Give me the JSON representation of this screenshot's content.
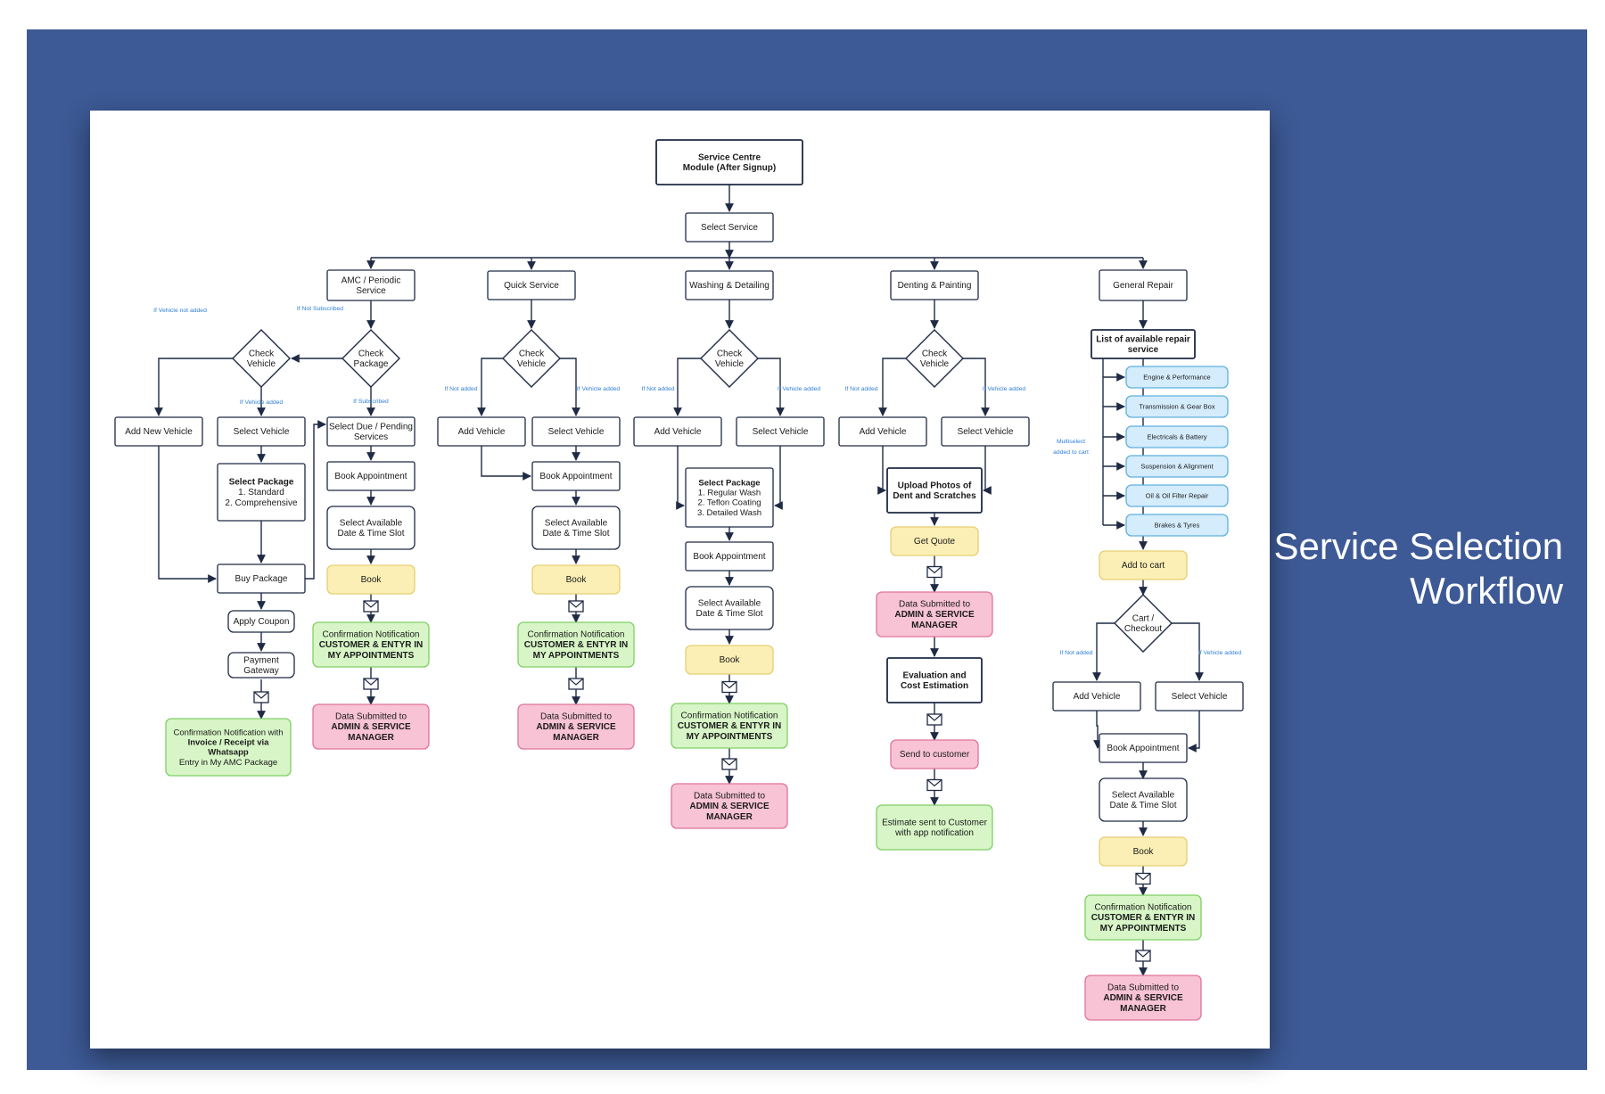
{
  "page_title": [
    "Service Selection",
    "Workflow"
  ],
  "colors": {
    "frame": "#3d5a96",
    "paper": "#ffffff",
    "box_stroke": "#1f2a44",
    "arrow": "#1f2a44",
    "label_blue": "#2f7fd6",
    "yellow": "#fbefb5",
    "yellow_stroke": "#e5cf72",
    "green": "#d7f5c6",
    "green_stroke": "#7fcf66",
    "pink": "#f8c3d5",
    "pink_stroke": "#e07399",
    "light_blue": "#d4ecfb",
    "light_blue_stroke": "#5fb0e0"
  },
  "nodes": [
    {
      "id": "root",
      "lines": [
        "Service Centre",
        "Module (After Signup)"
      ],
      "style": "plain",
      "bold": true,
      "thick": true
    },
    {
      "id": "select_service",
      "lines": [
        "Select Service"
      ],
      "style": "plain"
    },
    {
      "id": "amc",
      "lines": [
        "AMC / Periodic",
        "Service"
      ],
      "style": "plain"
    },
    {
      "id": "quick",
      "lines": [
        "Quick Service"
      ],
      "style": "plain"
    },
    {
      "id": "washing",
      "lines": [
        "Washing & Detailing"
      ],
      "style": "plain"
    },
    {
      "id": "denting",
      "lines": [
        "Denting & Painting"
      ],
      "style": "plain"
    },
    {
      "id": "general",
      "lines": [
        "General Repair"
      ],
      "style": "plain"
    },
    {
      "id": "amc_check_vehicle",
      "lines": [
        "Check",
        "Vehicle"
      ],
      "shape": "diamond"
    },
    {
      "id": "amc_check_package",
      "lines": [
        "Check",
        "Package"
      ],
      "shape": "diamond"
    },
    {
      "id": "amc_add_new_vehicle",
      "lines": [
        "Add New Vehicle"
      ],
      "style": "plain"
    },
    {
      "id": "amc_select_vehicle",
      "lines": [
        "Select Vehicle"
      ],
      "style": "plain"
    },
    {
      "id": "amc_select_due",
      "lines": [
        "Select Due / Pending",
        "Services"
      ],
      "style": "plain"
    },
    {
      "id": "amc_select_package",
      "lines": [
        "Select Package",
        "1. Standard",
        "2. Comprehensive"
      ],
      "style": "plain",
      "bold_first": true
    },
    {
      "id": "amc_buy_package",
      "lines": [
        "Buy Package"
      ],
      "style": "plain"
    },
    {
      "id": "amc_apply_coupon",
      "lines": [
        "Apply Coupon"
      ],
      "style": "plain",
      "rounded": true
    },
    {
      "id": "amc_payment",
      "lines": [
        "Payment",
        "Gateway"
      ],
      "style": "plain",
      "rounded": true
    },
    {
      "id": "amc_confirm_invoice",
      "lines": [
        "Confirmation Notification with",
        "Invoice / Receipt via",
        "Whatsapp",
        "Entry in My AMC Package"
      ],
      "style": "green",
      "bold_lines": [
        1,
        2
      ]
    },
    {
      "id": "amc_book_appointment",
      "lines": [
        "Book Appointment"
      ],
      "style": "plain"
    },
    {
      "id": "amc_select_date",
      "lines": [
        "Select Available",
        "Date & Time Slot"
      ],
      "style": "plain",
      "rounded": true
    },
    {
      "id": "amc_book",
      "lines": [
        "Book"
      ],
      "style": "yellow"
    },
    {
      "id": "amc_confirmation",
      "lines": [
        "Confirmation Notification",
        "CUSTOMER & ENTYR IN",
        "MY APPOINTMENTS"
      ],
      "style": "green",
      "bold_lines": [
        1,
        2
      ]
    },
    {
      "id": "amc_data_submitted",
      "lines": [
        "Data Submitted to",
        "ADMIN & SERVICE",
        "MANAGER"
      ],
      "style": "pink",
      "bold_lines": [
        1,
        2
      ]
    },
    {
      "id": "quick_check_vehicle",
      "lines": [
        "Check",
        "Vehicle"
      ],
      "shape": "diamond"
    },
    {
      "id": "quick_add_vehicle",
      "lines": [
        "Add Vehicle"
      ],
      "style": "plain"
    },
    {
      "id": "quick_select_vehicle",
      "lines": [
        "Select Vehicle"
      ],
      "style": "plain"
    },
    {
      "id": "quick_book_appointment",
      "lines": [
        "Book Appointment"
      ],
      "style": "plain"
    },
    {
      "id": "quick_select_date",
      "lines": [
        "Select Available",
        "Date & Time Slot"
      ],
      "style": "plain",
      "rounded": true
    },
    {
      "id": "quick_book",
      "lines": [
        "Book"
      ],
      "style": "yellow"
    },
    {
      "id": "quick_confirmation",
      "lines": [
        "Confirmation Notification",
        "CUSTOMER & ENTYR IN",
        "MY APPOINTMENTS"
      ],
      "style": "green",
      "bold_lines": [
        1,
        2
      ]
    },
    {
      "id": "quick_data_submitted",
      "lines": [
        "Data Submitted to",
        "ADMIN & SERVICE",
        "MANAGER"
      ],
      "style": "pink",
      "bold_lines": [
        1,
        2
      ]
    },
    {
      "id": "wash_check_vehicle",
      "lines": [
        "Check",
        "Vehicle"
      ],
      "shape": "diamond"
    },
    {
      "id": "wash_add_vehicle",
      "lines": [
        "Add Vehicle"
      ],
      "style": "plain"
    },
    {
      "id": "wash_select_vehicle",
      "lines": [
        "Select Vehicle"
      ],
      "style": "plain"
    },
    {
      "id": "wash_select_package",
      "lines": [
        "Select Package",
        "1. Regular Wash",
        "2. Teflon Coating",
        "3. Detailed Wash"
      ],
      "style": "plain",
      "bold_first": true
    },
    {
      "id": "wash_book_appointment",
      "lines": [
        "Book Appointment"
      ],
      "style": "plain"
    },
    {
      "id": "wash_select_date",
      "lines": [
        "Select Available",
        "Date & Time Slot"
      ],
      "style": "plain",
      "rounded": true
    },
    {
      "id": "wash_book",
      "lines": [
        "Book"
      ],
      "style": "yellow"
    },
    {
      "id": "wash_confirmation",
      "lines": [
        "Confirmation Notification",
        "CUSTOMER & ENTYR IN",
        "MY APPOINTMENTS"
      ],
      "style": "green",
      "bold_lines": [
        1,
        2
      ]
    },
    {
      "id": "wash_data_submitted",
      "lines": [
        "Data Submitted to",
        "ADMIN & SERVICE",
        "MANAGER"
      ],
      "style": "pink",
      "bold_lines": [
        1,
        2
      ]
    },
    {
      "id": "dent_check_vehicle",
      "lines": [
        "Check",
        "Vehicle"
      ],
      "shape": "diamond"
    },
    {
      "id": "dent_add_vehicle",
      "lines": [
        "Add Vehicle"
      ],
      "style": "plain"
    },
    {
      "id": "dent_select_vehicle",
      "lines": [
        "Select Vehicle"
      ],
      "style": "plain"
    },
    {
      "id": "dent_upload_photos",
      "lines": [
        "Upload Photos of",
        "Dent and Scratches"
      ],
      "style": "plain",
      "bold_lines": [
        0,
        1
      ],
      "thick": true
    },
    {
      "id": "dent_get_quote",
      "lines": [
        "Get Quote"
      ],
      "style": "yellow"
    },
    {
      "id": "dent_data_submitted",
      "lines": [
        "Data Submitted to",
        "ADMIN & SERVICE",
        "MANAGER"
      ],
      "style": "pink",
      "bold_lines": [
        1,
        2
      ]
    },
    {
      "id": "dent_evaluation",
      "lines": [
        "Evaluation and",
        "Cost Estimation"
      ],
      "style": "plain",
      "bold_lines": [
        0,
        1
      ],
      "thick": true
    },
    {
      "id": "dent_send_customer",
      "lines": [
        "Send to customer"
      ],
      "style": "pink"
    },
    {
      "id": "dent_estimate_sent",
      "lines": [
        "Estimate sent to Customer",
        "with app notification"
      ],
      "style": "green"
    },
    {
      "id": "gen_list",
      "lines": [
        "List of available repair",
        "service"
      ],
      "style": "plain",
      "bold_lines": [
        0,
        1
      ],
      "thick": true
    },
    {
      "id": "gen_engine",
      "lines": [
        "Engine & Performance"
      ],
      "style": "light_blue",
      "small": true
    },
    {
      "id": "gen_transmission",
      "lines": [
        "Transmission & Gear Box"
      ],
      "style": "light_blue",
      "small": true
    },
    {
      "id": "gen_electricals",
      "lines": [
        "Electricals & Battery"
      ],
      "style": "light_blue",
      "small": true
    },
    {
      "id": "gen_suspension",
      "lines": [
        "Suspension & Alignment"
      ],
      "style": "light_blue",
      "small": true
    },
    {
      "id": "gen_oil",
      "lines": [
        "Oil & Oil Filter Repair"
      ],
      "style": "light_blue",
      "small": true
    },
    {
      "id": "gen_brakes",
      "lines": [
        "Brakes & Tyres"
      ],
      "style": "light_blue",
      "small": true
    },
    {
      "id": "gen_add_cart",
      "lines": [
        "Add to cart"
      ],
      "style": "yellow"
    },
    {
      "id": "gen_cart_checkout",
      "lines": [
        "Cart /",
        "Checkout"
      ],
      "shape": "diamond"
    },
    {
      "id": "gen_add_vehicle",
      "lines": [
        "Add Vehicle"
      ],
      "style": "plain"
    },
    {
      "id": "gen_select_vehicle",
      "lines": [
        "Select Vehicle"
      ],
      "style": "plain"
    },
    {
      "id": "gen_book_appointment",
      "lines": [
        "Book Appointment"
      ],
      "style": "plain"
    },
    {
      "id": "gen_select_date",
      "lines": [
        "Select Available",
        "Date & Time Slot"
      ],
      "style": "plain",
      "rounded": true
    },
    {
      "id": "gen_book",
      "lines": [
        "Book"
      ],
      "style": "yellow"
    },
    {
      "id": "gen_confirmation",
      "lines": [
        "Confirmation Notification",
        "CUSTOMER & ENTYR IN",
        "MY APPOINTMENTS"
      ],
      "style": "green",
      "bold_lines": [
        1,
        2
      ]
    },
    {
      "id": "gen_data_submitted",
      "lines": [
        "Data Submitted to",
        "ADMIN & SERVICE",
        "MANAGER"
      ],
      "style": "pink",
      "bold_lines": [
        1,
        2
      ]
    }
  ],
  "edge_labels": [
    {
      "id": "lbl_amc_vehicle_not_added",
      "text": "If Vehicle not added"
    },
    {
      "id": "lbl_amc_not_subscribed",
      "text": "If Not Subscribed"
    },
    {
      "id": "lbl_amc_vehicle_added",
      "text": "If Vehicle added"
    },
    {
      "id": "lbl_amc_subscribed",
      "text": "If Subscribed"
    },
    {
      "id": "lbl_quick_not_added",
      "text": "If Not added"
    },
    {
      "id": "lbl_quick_added",
      "text": "If Vehicle added"
    },
    {
      "id": "lbl_wash_not_added",
      "text": "If Not added"
    },
    {
      "id": "lbl_wash_added",
      "text": "If Vehicle added"
    },
    {
      "id": "lbl_dent_not_added",
      "text": "If Not added"
    },
    {
      "id": "lbl_dent_added",
      "text": "If Vehicle added"
    },
    {
      "id": "lbl_gen_multiselect",
      "text": "Multiselect\nadded to cart"
    },
    {
      "id": "lbl_gen_not_added",
      "text": "If Not added"
    },
    {
      "id": "lbl_gen_added",
      "text": "If Vehicle added"
    }
  ],
  "icons": {
    "notification": "envelope-icon"
  }
}
